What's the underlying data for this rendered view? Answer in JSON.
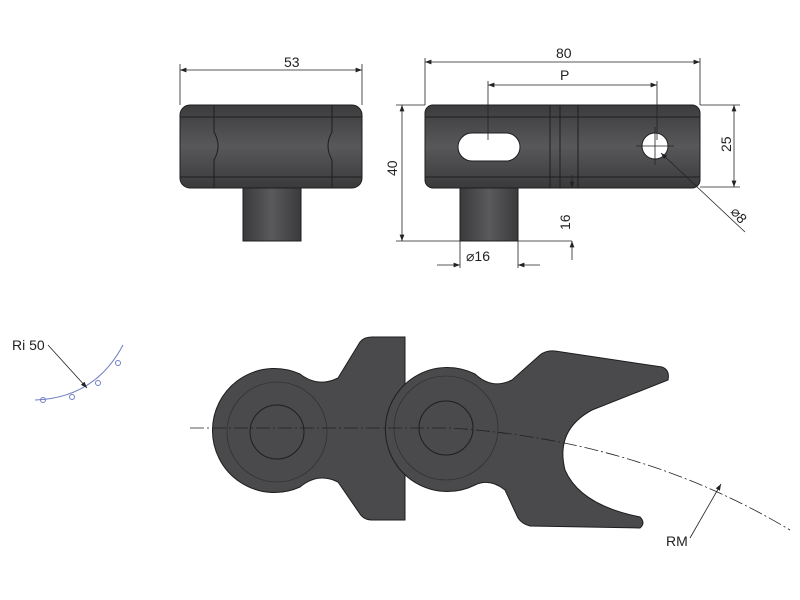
{
  "drawing": {
    "side_view": {
      "dimension_width": "53"
    },
    "front_view": {
      "dimension_length": "80",
      "dimension_pitch": "P",
      "dimension_height": "40",
      "dimension_body_height": "25",
      "dimension_pin_length": "16",
      "dimension_pin_diameter": "⌀16",
      "dimension_hole_diameter": "⌀8"
    },
    "plan_view": {
      "radius_label": "RM"
    },
    "detail": {
      "inner_radius_label": "Ri 50"
    }
  },
  "colors": {
    "part": "#4a4a4c",
    "construction_line": "#6f7fc4"
  }
}
